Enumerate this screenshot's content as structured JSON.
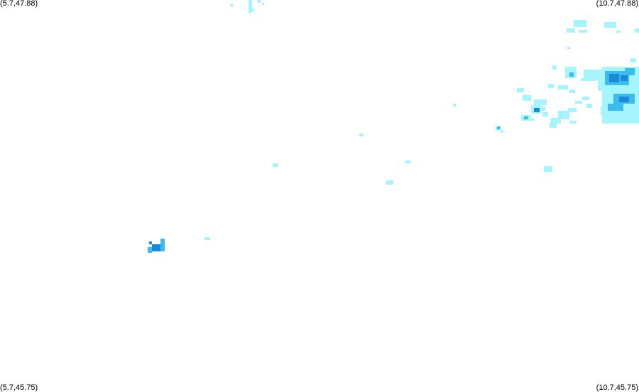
{
  "map": {
    "corners": {
      "top_left": "(5.7,47.88)",
      "top_right": "(10.7,47.88)",
      "bottom_left": "(5.7,45.75)",
      "bottom_right": "(10.7,45.75)"
    },
    "colors": {
      "light": "#a6f4ff",
      "medium": "#3cbcec",
      "strong": "#1e88d8",
      "background": "#ffffff"
    }
  }
}
